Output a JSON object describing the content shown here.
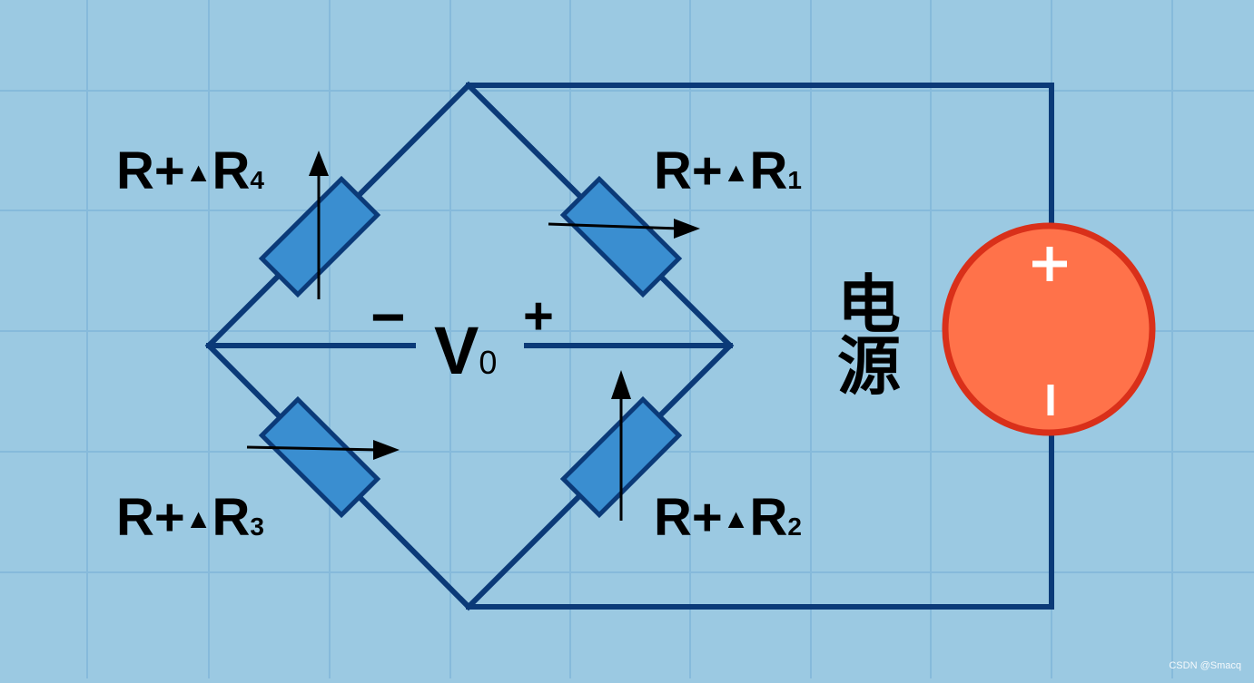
{
  "colors": {
    "background": "#9BC9E2",
    "grid": "#86BADB",
    "wire": "#0B3A78",
    "resistor_fill": "#3A8ED0",
    "resistor_stroke": "#0B3A78",
    "source_fill": "#FF724A",
    "source_stroke": "#D9301A",
    "text": "#000000",
    "source_text": "#ffffff"
  },
  "labels": {
    "r1": {
      "base": "R+",
      "delta": "▲",
      "r": "R",
      "sub": "1"
    },
    "r2": {
      "base": "R+",
      "delta": "▲",
      "r": "R",
      "sub": "2"
    },
    "r3": {
      "base": "R+",
      "delta": "▲",
      "r": "R",
      "sub": "3"
    },
    "r4": {
      "base": "R+",
      "delta": "▲",
      "r": "R",
      "sub": "4"
    },
    "output": {
      "minus": "−",
      "plus": "+",
      "v": "V",
      "sub": "0"
    },
    "source": {
      "char1": "电",
      "char2": "源",
      "plus": "+",
      "minus": "|"
    }
  },
  "watermark": "CSDN @Smacq"
}
